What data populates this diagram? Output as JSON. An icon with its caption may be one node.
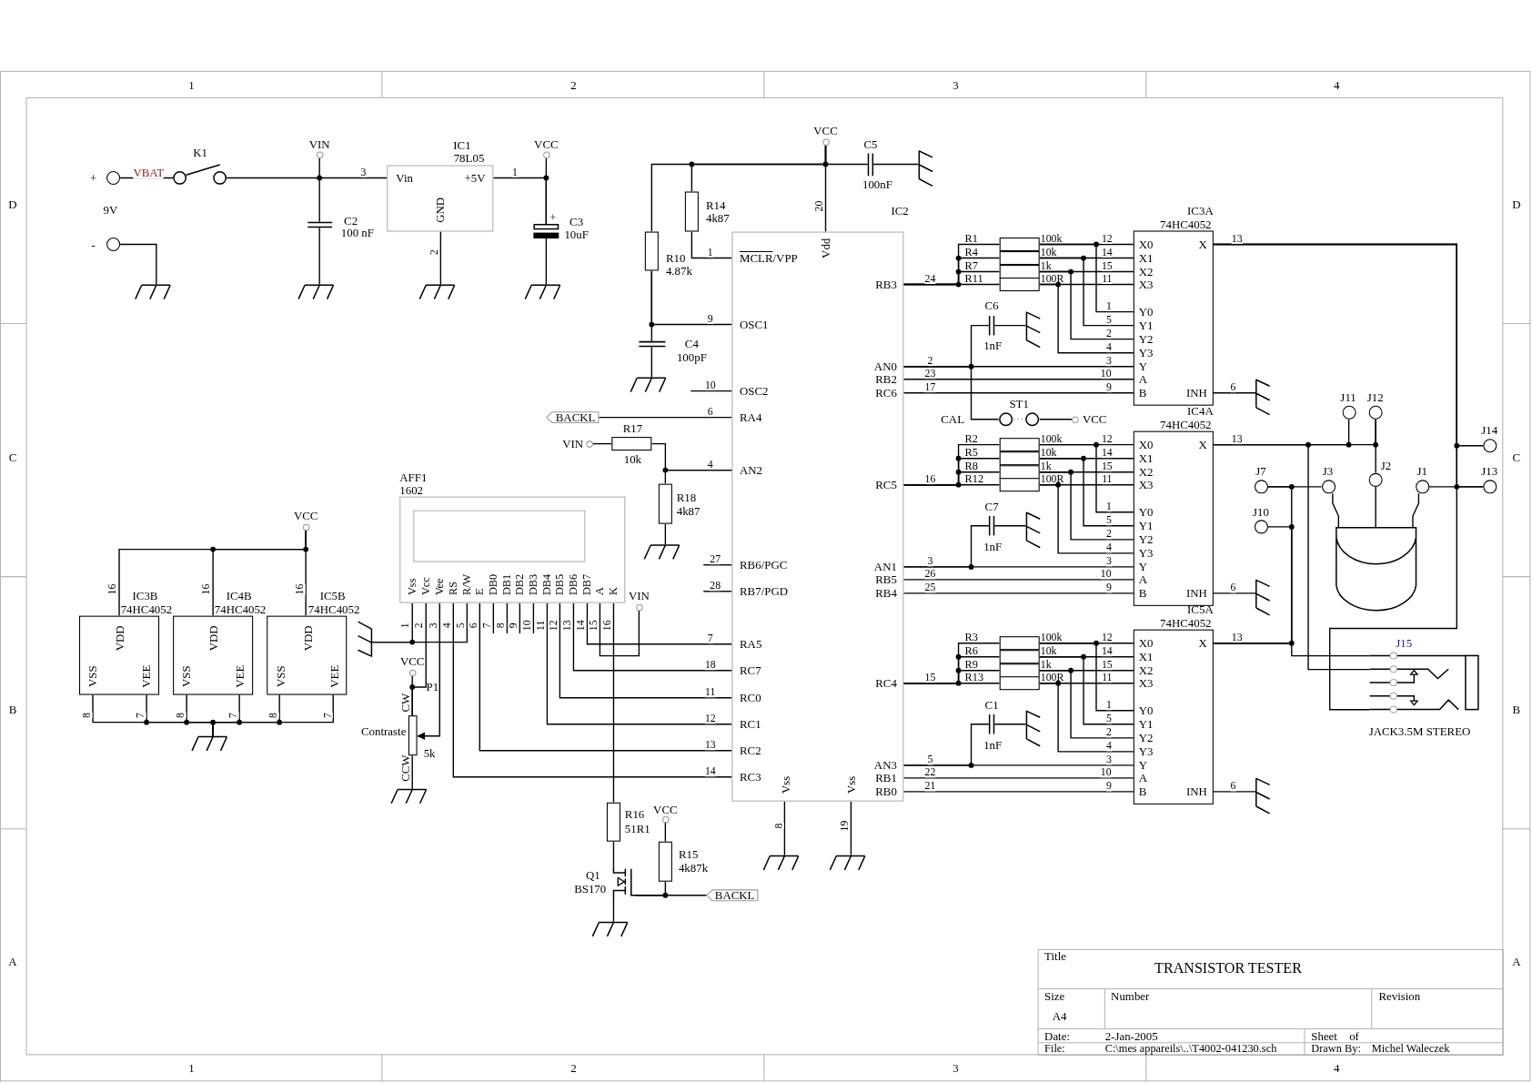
{
  "diagram": {
    "title": "TRANSISTOR TESTER",
    "nodes": [
      {
        "text": [
          "+"
        ]
      },
      {
        "text": [
          "-"
        ]
      },
      {
        "text": [
          "K1"
        ]
      },
      {
        "text": [
          "VIN"
        ]
      },
      {
        "text": [
          "C2",
          "100 nF"
        ]
      },
      {
        "text": [
          "IC1",
          "78L05",
          "Vin",
          "+5V",
          "GND"
        ]
      },
      {
        "text": [
          "VCC"
        ]
      },
      {
        "text": [
          "C3",
          "10uF"
        ]
      },
      {
        "text": [],
        "shape": "ground"
      },
      {
        "text": [],
        "shape": "ground"
      },
      {
        "text": [],
        "shape": "ground"
      },
      {
        "text": [],
        "shape": "ground"
      },
      {
        "text": [
          "VCC"
        ]
      },
      {
        "text": [
          "R14",
          "4k87"
        ]
      },
      {
        "text": [
          "R10",
          "4.87k"
        ]
      },
      {
        "text": [
          "C4",
          "100pF"
        ]
      },
      {
        "text": [],
        "shape": "ground"
      },
      {
        "text": [
          "C5",
          "100nF"
        ]
      },
      {
        "text": [],
        "shape": "ground"
      },
      {
        "text": [
          "IC2",
          "MCLR/VPP",
          "Vdd",
          "OSC1",
          "OSC2",
          "RA4",
          "AN2",
          "RB6/PGC",
          "RB7/PGD",
          "RA5",
          "RC7",
          "RC0",
          "RC1",
          "RC2",
          "RC3",
          "Vss",
          "Vss",
          "RB3",
          "AN0",
          "RB2",
          "RC6",
          "RC5",
          "AN1",
          "RB5",
          "RB4",
          "RC4",
          "AN3",
          "RB1",
          "RB0"
        ]
      },
      {
        "text": [],
        "shape": "ground"
      },
      {
        "text": [],
        "shape": "ground"
      },
      {
        "text": [
          "BACKL"
        ]
      },
      {
        "text": [
          "VIN"
        ]
      },
      {
        "text": [
          "R17",
          "10k"
        ]
      },
      {
        "text": [
          "R18",
          "4k87"
        ]
      },
      {
        "text": [],
        "shape": "ground"
      },
      {
        "text": [
          "AFF1",
          "1602",
          "Vss",
          "Vcc",
          "Vee",
          "RS",
          "R/W",
          "E",
          "DB0",
          "DB1",
          "DB2",
          "DB3",
          "DB4",
          "DB5",
          "DB6",
          "DB7",
          "A",
          "K"
        ]
      },
      {
        "text": [],
        "shape": "ground"
      },
      {
        "text": [
          "VCC"
        ]
      },
      {
        "text": [
          "P1",
          "CW",
          "Contraste",
          "5k",
          "CCW"
        ]
      },
      {
        "text": [],
        "shape": "ground"
      },
      {
        "text": [
          "R16",
          "51R1"
        ]
      },
      {
        "text": [
          "Q1",
          "BS170"
        ]
      },
      {
        "text": [],
        "shape": "ground"
      },
      {
        "text": [
          "VCC"
        ]
      },
      {
        "text": [
          "R15",
          "4k87k"
        ]
      },
      {
        "text": [
          "BACKL"
        ]
      },
      {
        "text": [
          "VCC"
        ]
      },
      {
        "text": [
          "IC3B",
          "74HC4052",
          "VDD",
          "VSS",
          "VEE"
        ]
      },
      {
        "text": [
          "IC4B",
          "74HC4052",
          "VDD",
          "VSS",
          "VEE"
        ]
      },
      {
        "text": [
          "IC5B",
          "74HC4052",
          "VDD",
          "VSS",
          "VEE"
        ]
      },
      {
        "text": [],
        "shape": "ground"
      },
      {
        "text": [
          "IC3A",
          "74HC4052",
          "X0",
          "X1",
          "X2",
          "X3",
          "Y0",
          "Y1",
          "Y2",
          "Y3",
          "Y",
          "A",
          "B",
          "X",
          "INH"
        ]
      },
      {
        "text": [
          "IC4A",
          "74HC4052",
          "X0",
          "X1",
          "X2",
          "X3",
          "Y0",
          "Y1",
          "Y2",
          "Y3",
          "Y",
          "A",
          "B",
          "X",
          "INH"
        ]
      },
      {
        "text": [
          "IC5A",
          "74HC4052",
          "X0",
          "X1",
          "X2",
          "X3",
          "Y0",
          "Y1",
          "Y2",
          "Y3",
          "Y",
          "A",
          "B",
          "X",
          "INH"
        ]
      },
      {
        "text": [
          "R1",
          "100k"
        ]
      },
      {
        "text": [
          "R4",
          "10k"
        ]
      },
      {
        "text": [
          "R7",
          "1k"
        ]
      },
      {
        "text": [
          "R11",
          "100R"
        ]
      },
      {
        "text": [
          "C6",
          "1nF"
        ]
      },
      {
        "text": [],
        "shape": "ground"
      },
      {
        "text": [
          "ST1"
        ]
      },
      {
        "text": [
          "VCC"
        ]
      },
      {
        "text": [],
        "shape": "ground"
      },
      {
        "text": [
          "R2",
          "100k"
        ]
      },
      {
        "text": [
          "R5",
          "10k"
        ]
      },
      {
        "text": [
          "R8",
          "1k"
        ]
      },
      {
        "text": [
          "R12",
          "100R"
        ]
      },
      {
        "text": [
          "C7",
          "1nF"
        ]
      },
      {
        "text": [],
        "shape": "ground"
      },
      {
        "text": [],
        "shape": "ground"
      },
      {
        "text": [
          "R3",
          "100k"
        ]
      },
      {
        "text": [
          "R6",
          "10k"
        ]
      },
      {
        "text": [
          "R9",
          "1k"
        ]
      },
      {
        "text": [
          "R13",
          "100R"
        ]
      },
      {
        "text": [
          "C1",
          "1nF"
        ]
      },
      {
        "text": [],
        "shape": "ground"
      },
      {
        "text": [],
        "shape": "ground"
      },
      {
        "text": [
          "J11"
        ]
      },
      {
        "text": [
          "J12"
        ]
      },
      {
        "text": [
          "J14"
        ]
      },
      {
        "text": [
          "J7"
        ]
      },
      {
        "text": [
          "J3"
        ]
      },
      {
        "text": [
          "J2"
        ]
      },
      {
        "text": [
          "J1"
        ]
      },
      {
        "text": [
          "J13"
        ]
      },
      {
        "text": [
          "J10"
        ]
      },
      {
        "text": [],
        "shape": "picture"
      },
      {
        "text": [
          "J15",
          "JACK3.5M STEREO"
        ]
      },
      {
        "text": [
          "VIN"
        ]
      }
    ],
    "edges": [
      {
        "from": 0,
        "to": 2,
        "arrow": "none",
        "label": "VBAT"
      },
      {
        "from": 2,
        "to": 5,
        "arrow": "none",
        "label": "3"
      },
      {
        "from": 3,
        "to": 4,
        "arrow": "none"
      },
      {
        "from": 4,
        "to": 9,
        "arrow": "none"
      },
      {
        "from": 1,
        "to": 8,
        "arrow": "none"
      },
      {
        "from": 5,
        "to": 10,
        "arrow": "none",
        "label": "2"
      },
      {
        "from": 5,
        "to": 7,
        "arrow": "none",
        "label": "1"
      },
      {
        "from": 6,
        "to": 7,
        "arrow": "none"
      },
      {
        "from": 7,
        "to": 11,
        "arrow": "none"
      },
      {
        "from": 12,
        "to": 19,
        "arrow": "none",
        "label": "20"
      },
      {
        "from": 12,
        "to": 17,
        "arrow": "none"
      },
      {
        "from": 17,
        "to": 18,
        "arrow": "none"
      },
      {
        "from": 12,
        "to": 13,
        "arrow": "none"
      },
      {
        "from": 12,
        "to": 14,
        "arrow": "none"
      },
      {
        "from": 13,
        "to": 19,
        "arrow": "none",
        "label": "1"
      },
      {
        "from": 14,
        "to": 19,
        "arrow": "none",
        "label": "9"
      },
      {
        "from": 14,
        "to": 15,
        "arrow": "none"
      },
      {
        "from": 15,
        "to": 16,
        "arrow": "none"
      },
      {
        "from": null,
        "to": 19,
        "arrow": "none",
        "label": "10"
      },
      {
        "from": 22,
        "to": 19,
        "arrow": "none",
        "label": "6"
      },
      {
        "from": 23,
        "to": 24,
        "arrow": "none"
      },
      {
        "from": 24,
        "to": 19,
        "arrow": "none",
        "label": "4"
      },
      {
        "from": 25,
        "to": 19,
        "arrow": "none"
      },
      {
        "from": 25,
        "to": 26,
        "arrow": "none"
      },
      {
        "from": null,
        "to": 19,
        "arrow": "none",
        "label": "27"
      },
      {
        "from": null,
        "to": 19,
        "arrow": "none",
        "label": "28"
      },
      {
        "from": 19,
        "to": 20,
        "arrow": "none",
        "label": "8"
      },
      {
        "from": 19,
        "to": 21,
        "arrow": "none",
        "label": "19"
      },
      {
        "from": 27,
        "to": 28,
        "arrow": "none",
        "label": "1"
      },
      {
        "from": 27,
        "to": 28,
        "arrow": "none",
        "label": "5"
      },
      {
        "from": 27,
        "to": 30,
        "arrow": "none",
        "label": "2"
      },
      {
        "from": 29,
        "to": 30,
        "arrow": "none"
      },
      {
        "from": 27,
        "to": 30,
        "arrow": "to",
        "label": "3"
      },
      {
        "from": 30,
        "to": 31,
        "arrow": "none"
      },
      {
        "from": 27,
        "to": 19,
        "arrow": "none",
        "label": "4"
      },
      {
        "from": 27,
        "to": 19,
        "arrow": "none",
        "label": "6"
      },
      {
        "from": 27,
        "to": null,
        "arrow": "none",
        "label": "7"
      },
      {
        "from": 27,
        "to": null,
        "arrow": "none",
        "label": "8"
      },
      {
        "from": 27,
        "to": null,
        "arrow": "none",
        "label": "9"
      },
      {
        "from": 27,
        "to": null,
        "arrow": "none",
        "label": "10"
      },
      {
        "from": 27,
        "to": 19,
        "arrow": "none",
        "label": "11"
      },
      {
        "from": 27,
        "to": 19,
        "arrow": "none",
        "label": "12"
      },
      {
        "from": 27,
        "to": 19,
        "arrow": "none",
        "label": "13"
      },
      {
        "from": 27,
        "to": 19,
        "arrow": "none",
        "label": "14"
      },
      {
        "from": 27,
        "to": 80,
        "arrow": "none",
        "label": "15"
      },
      {
        "from": 27,
        "to": 32,
        "arrow": "none",
        "label": "16"
      },
      {
        "from": 32,
        "to": 33,
        "arrow": "none"
      },
      {
        "from": 33,
        "to": 34,
        "arrow": "none"
      },
      {
        "from": 37,
        "to": 33,
        "arrow": "none"
      },
      {
        "from": 36,
        "to": 33,
        "arrow": "none"
      },
      {
        "from": 35,
        "to": 36,
        "arrow": "none"
      },
      {
        "from": 38,
        "to": 41,
        "arrow": "none",
        "label": "16"
      },
      {
        "from": 38,
        "to": 40,
        "arrow": "none",
        "label": "16"
      },
      {
        "from": 38,
        "to": 39,
        "arrow": "none",
        "label": "16"
      },
      {
        "from": 39,
        "to": 42,
        "arrow": "none",
        "label": "8"
      },
      {
        "from": 39,
        "to": 42,
        "arrow": "none",
        "label": "7"
      },
      {
        "from": 40,
        "to": 42,
        "arrow": "none",
        "label": "8"
      },
      {
        "from": 40,
        "to": 42,
        "arrow": "none",
        "label": "7"
      },
      {
        "from": 41,
        "to": 42,
        "arrow": "none",
        "label": "8"
      },
      {
        "from": 41,
        "to": 42,
        "arrow": "none",
        "label": "7"
      },
      {
        "from": 19,
        "to": 46,
        "arrow": "none"
      },
      {
        "from": 19,
        "to": 47,
        "arrow": "none"
      },
      {
        "from": 19,
        "to": 48,
        "arrow": "none"
      },
      {
        "from": 19,
        "to": 49,
        "arrow": "none",
        "label": "24"
      },
      {
        "from": 46,
        "to": 43,
        "arrow": "none",
        "label": "12"
      },
      {
        "from": 47,
        "to": 43,
        "arrow": "none",
        "label": "14"
      },
      {
        "from": 48,
        "to": 43,
        "arrow": "none",
        "label": "15"
      },
      {
        "from": 49,
        "to": 43,
        "arrow": "none",
        "label": "11"
      },
      {
        "from": 46,
        "to": 43,
        "arrow": "none",
        "label": "1"
      },
      {
        "from": 47,
        "to": 43,
        "arrow": "none",
        "label": "5"
      },
      {
        "from": 48,
        "to": 43,
        "arrow": "none",
        "label": "2"
      },
      {
        "from": 49,
        "to": 43,
        "arrow": "none",
        "label": "4"
      },
      {
        "from": 19,
        "to": 43,
        "arrow": "none",
        "label": "2"
      },
      {
        "from": 19,
        "to": 50,
        "arrow": "none"
      },
      {
        "from": 50,
        "to": 51,
        "arrow": "none"
      },
      {
        "from": 19,
        "to": 43,
        "arrow": "none",
        "label": "23"
      },
      {
        "from": 19,
        "to": 43,
        "arrow": "none",
        "label": "17"
      },
      {
        "from": 43,
        "to": 54,
        "arrow": "none",
        "label": "6"
      },
      {
        "from": 19,
        "to": 52,
        "arrow": "none"
      },
      {
        "from": 52,
        "to": 53,
        "arrow": "none"
      },
      {
        "from": 19,
        "to": 55,
        "arrow": "none"
      },
      {
        "from": 19,
        "to": 56,
        "arrow": "none"
      },
      {
        "from": 19,
        "to": 57,
        "arrow": "none"
      },
      {
        "from": 19,
        "to": 58,
        "arrow": "none",
        "label": "16"
      },
      {
        "from": 55,
        "to": 44,
        "arrow": "none",
        "label": "12"
      },
      {
        "from": 56,
        "to": 44,
        "arrow": "none",
        "label": "14"
      },
      {
        "from": 57,
        "to": 44,
        "arrow": "none",
        "label": "15"
      },
      {
        "from": 58,
        "to": 44,
        "arrow": "none",
        "label": "11"
      },
      {
        "from": 55,
        "to": 44,
        "arrow": "none",
        "label": "1"
      },
      {
        "from": 56,
        "to": 44,
        "arrow": "none",
        "label": "5"
      },
      {
        "from": 57,
        "to": 44,
        "arrow": "none",
        "label": "2"
      },
      {
        "from": 58,
        "to": 44,
        "arrow": "none",
        "label": "4"
      },
      {
        "from": 19,
        "to": 44,
        "arrow": "none",
        "label": "3"
      },
      {
        "from": 19,
        "to": 59,
        "arrow": "none"
      },
      {
        "from": 59,
        "to": 60,
        "arrow": "none"
      },
      {
        "from": 19,
        "to": 44,
        "arrow": "none",
        "label": "26"
      },
      {
        "from": 19,
        "to": 44,
        "arrow": "none",
        "label": "25"
      },
      {
        "from": 44,
        "to": 61,
        "arrow": "none",
        "label": "6"
      },
      {
        "from": 19,
        "to": 62,
        "arrow": "none"
      },
      {
        "from": 19,
        "to": 63,
        "arrow": "none"
      },
      {
        "from": 19,
        "to": 64,
        "arrow": "none"
      },
      {
        "from": 19,
        "to": 65,
        "arrow": "none",
        "label": "15"
      },
      {
        "from": 62,
        "to": 45,
        "arrow": "none",
        "label": "12"
      },
      {
        "from": 63,
        "to": 45,
        "arrow": "none",
        "label": "14"
      },
      {
        "from": 64,
        "to": 45,
        "arrow": "none",
        "label": "15"
      },
      {
        "from": 65,
        "to": 45,
        "arrow": "none",
        "label": "11"
      },
      {
        "from": 62,
        "to": 45,
        "arrow": "none",
        "label": "1"
      },
      {
        "from": 63,
        "to": 45,
        "arrow": "none",
        "label": "5"
      },
      {
        "from": 64,
        "to": 45,
        "arrow": "none",
        "label": "2"
      },
      {
        "from": 65,
        "to": 45,
        "arrow": "none",
        "label": "4"
      },
      {
        "from": 19,
        "to": 45,
        "arrow": "none",
        "label": "5"
      },
      {
        "from": 19,
        "to": 66,
        "arrow": "none"
      },
      {
        "from": 66,
        "to": 67,
        "arrow": "none"
      },
      {
        "from": 19,
        "to": 45,
        "arrow": "none",
        "label": "22"
      },
      {
        "from": 19,
        "to": 45,
        "arrow": "none",
        "label": "21"
      },
      {
        "from": 45,
        "to": 68,
        "arrow": "none",
        "label": "6"
      },
      {
        "from": 43,
        "to": 71,
        "arrow": "none",
        "label": "13"
      },
      {
        "from": 43,
        "to": 76,
        "arrow": "none"
      },
      {
        "from": 75,
        "to": 76,
        "arrow": "none"
      },
      {
        "from": 43,
        "to": 79,
        "arrow": "none"
      },
      {
        "from": 44,
        "to": 69,
        "arrow": "none",
        "label": "13"
      },
      {
        "from": 44,
        "to": 70,
        "arrow": "none"
      },
      {
        "from": 70,
        "to": 74,
        "arrow": "none"
      },
      {
        "from": 44,
        "to": 79,
        "arrow": "none"
      },
      {
        "from": 45,
        "to": 79,
        "arrow": "none",
        "label": "13"
      },
      {
        "from": 45,
        "to": 72,
        "arrow": "none"
      },
      {
        "from": 72,
        "to": 73,
        "arrow": "none"
      },
      {
        "from": 77,
        "to": 45,
        "arrow": "none"
      },
      {
        "from": 73,
        "to": 78,
        "arrow": "none"
      },
      {
        "from": 74,
        "to": 78,
        "arrow": "none"
      },
      {
        "from": 75,
        "to": 78,
        "arrow": "none"
      }
    ],
    "labels": [
      "1",
      "2",
      "3",
      "4",
      "D",
      "D",
      "9V",
      "+",
      "CAL",
      "3",
      "10",
      "9",
      "C",
      "C",
      "3",
      "10",
      "9",
      "7",
      "18",
      "11",
      "12",
      "13",
      "14",
      "B",
      "B",
      "3",
      "10",
      "9",
      "A",
      "A",
      "Title",
      "Size",
      "Number",
      "Revision",
      "A4",
      "Date:",
      "2-Jan-2005",
      "Sheet",
      "of",
      "File:",
      "C:\\mes appareils\\..\\T4002-041230.sch",
      "Drawn By:",
      "Michel Waleczek",
      "1",
      "2",
      "3",
      "4"
    ]
  }
}
